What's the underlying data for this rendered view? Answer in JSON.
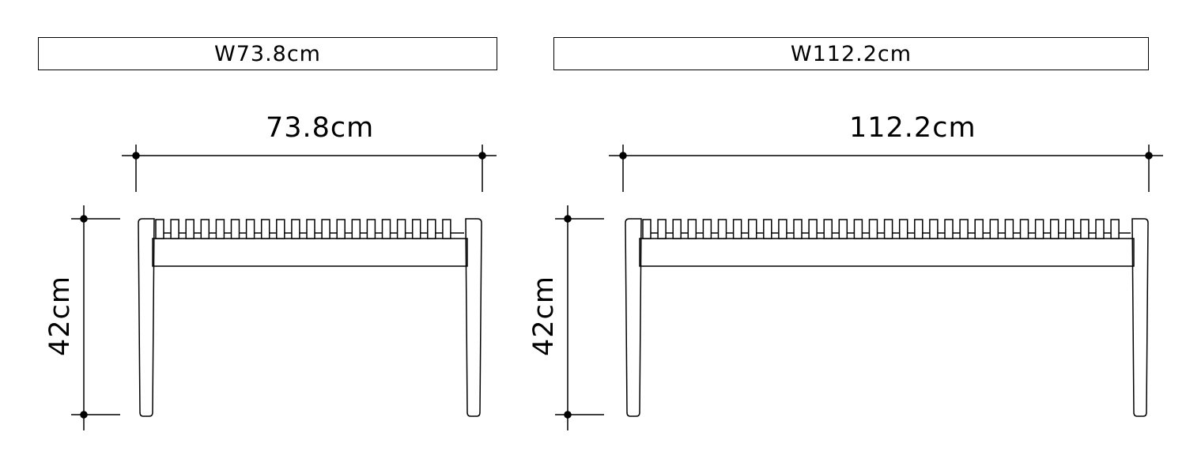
{
  "benches": [
    {
      "title": "W73.8cm",
      "width_label": "73.8cm",
      "height_label": "42cm",
      "width_cm": 73.8,
      "height_cm": 42
    },
    {
      "title": "W112.2cm",
      "width_label": "112.2cm",
      "height_label": "42cm",
      "width_cm": 112.2,
      "height_cm": 42
    }
  ]
}
